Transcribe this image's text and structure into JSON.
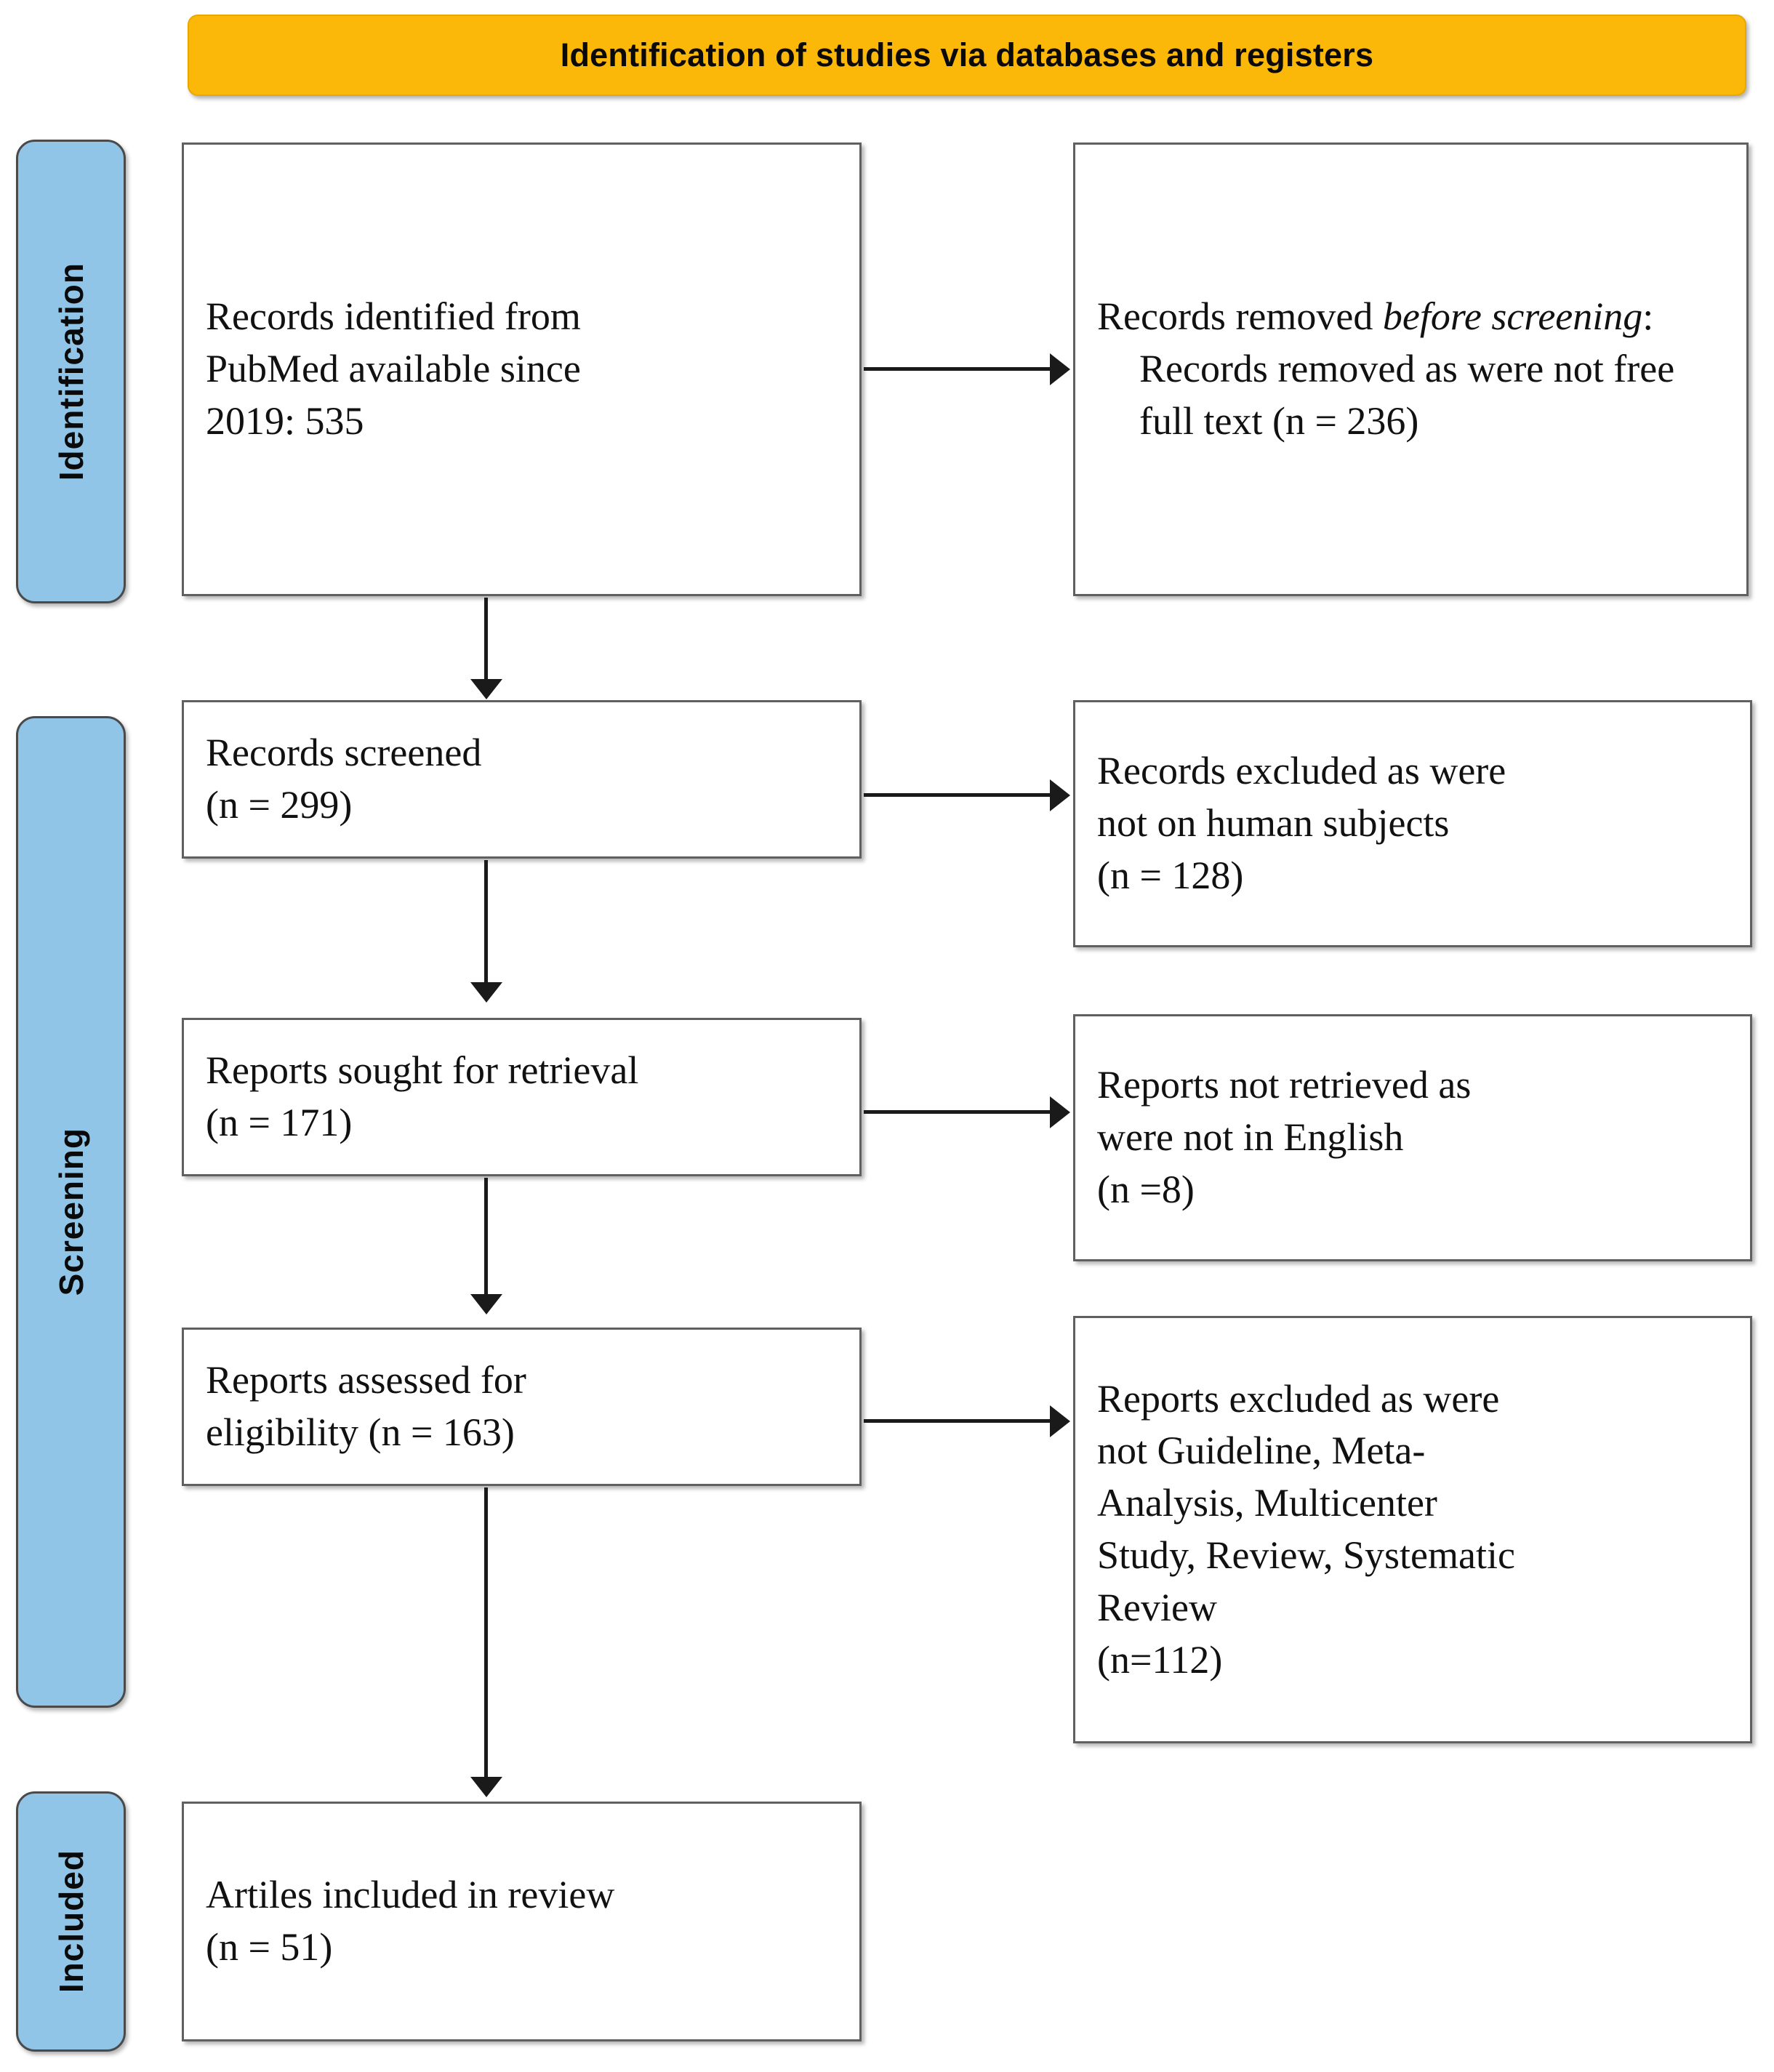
{
  "banner": {
    "title": "Identification of studies via databases and registers"
  },
  "stages": [
    {
      "id": "identification",
      "label": "Identification"
    },
    {
      "id": "screening",
      "label": "Screening"
    },
    {
      "id": "included",
      "label": "Included"
    }
  ],
  "boxes": {
    "identified": {
      "line1": "Records identified from",
      "line2": "PubMed available since",
      "line3": "2019: 535"
    },
    "removed_before_screening": {
      "lead": "Records removed ",
      "lead_italic": "before screening",
      "lead_tail": ":",
      "sub": "Records removed as were not free full text (n = 236)"
    },
    "screened": {
      "line1": "Records screened",
      "line2": "(n = 299)"
    },
    "excluded_nonhuman": {
      "line1": "Records excluded as were",
      "line2": "not on human subjects",
      "line3": "(n = 128)"
    },
    "sought": {
      "line1": "Reports sought for retrieval",
      "line2": "(n = 171)"
    },
    "not_retrieved": {
      "line1": "Reports not retrieved as",
      "line2": "were not in English",
      "line3": "(n =8)"
    },
    "assessed": {
      "line1": "Reports assessed for",
      "line2": "eligibility (n = 163)"
    },
    "excluded_type": {
      "line1": "Reports excluded as were",
      "line2": "not Guideline, Meta-",
      "line3": "Analysis, Multicenter",
      "line4": "Study, Review, Systematic",
      "line5": "Review",
      "line6": "(n=112)"
    },
    "included": {
      "line1": "Artiles included in review",
      "line2": "(n = 51)"
    }
  },
  "chart_data": {
    "type": "diagram",
    "title": "Identification of studies via databases and registers",
    "nodes": [
      {
        "stage": "Identification",
        "label": "Records identified from PubMed available since 2019: 535",
        "n": 535
      },
      {
        "stage": "Identification",
        "label": "Records removed before screening: Records removed as were not free full text (n = 236)",
        "n": 236
      },
      {
        "stage": "Screening",
        "label": "Records screened (n = 299)",
        "n": 299
      },
      {
        "stage": "Screening",
        "label": "Records excluded as were not on human subjects (n = 128)",
        "n": 128
      },
      {
        "stage": "Screening",
        "label": "Reports sought for retrieval (n = 171)",
        "n": 171
      },
      {
        "stage": "Screening",
        "label": "Reports not retrieved as were not in English (n =8)",
        "n": 8
      },
      {
        "stage": "Screening",
        "label": "Reports assessed for eligibility (n = 163)",
        "n": 163
      },
      {
        "stage": "Screening",
        "label": "Reports excluded as were not Guideline, Meta-Analysis, Multicenter Study, Review, Systematic Review (n=112)",
        "n": 112
      },
      {
        "stage": "Included",
        "label": "Artiles included in review (n = 51)",
        "n": 51
      }
    ],
    "colors": {
      "banner": "#FBB808",
      "stage_bar": "#90C5E8",
      "box_border": "#606060"
    }
  }
}
